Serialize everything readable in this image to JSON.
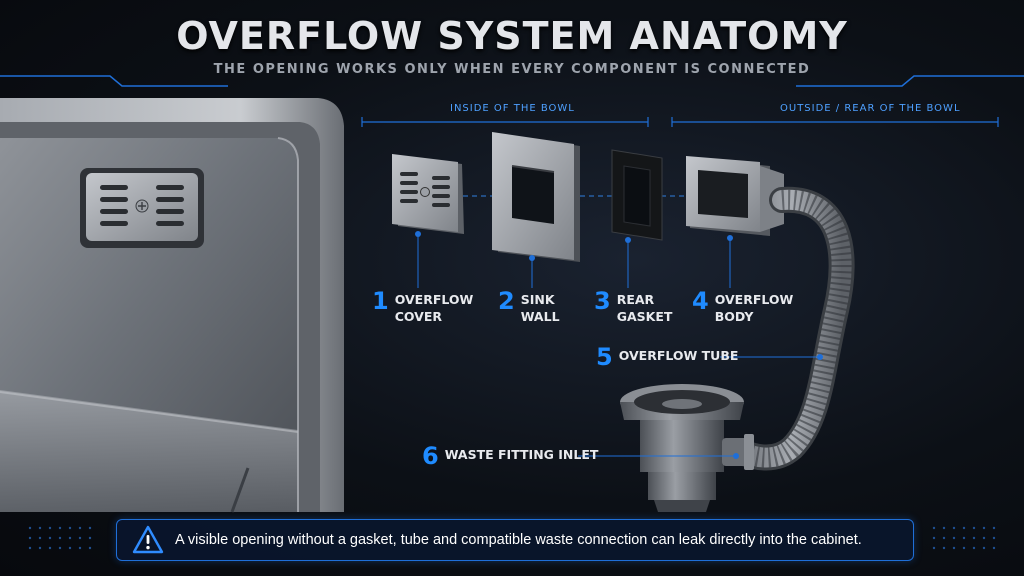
{
  "header": {
    "title": "OVERFLOW SYSTEM ANATOMY",
    "subtitle": "THE OPENING WORKS ONLY WHEN EVERY COMPONENT IS CONNECTED"
  },
  "sections": {
    "inside": "INSIDE OF THE BOWL",
    "outside": "OUTSIDE / REAR OF THE BOWL"
  },
  "components": [
    {
      "num": "1",
      "line1": "OVERFLOW",
      "line2": "COVER"
    },
    {
      "num": "2",
      "line1": "SINK",
      "line2": "WALL"
    },
    {
      "num": "3",
      "line1": "REAR",
      "line2": "GASKET"
    },
    {
      "num": "4",
      "line1": "OVERFLOW",
      "line2": "BODY"
    },
    {
      "num": "5",
      "line1": "OVERFLOW TUBE"
    },
    {
      "num": "6",
      "line1": "WASTE FITTING INLET"
    }
  ],
  "warning": {
    "icon": "warning-triangle-icon",
    "text": "A visible opening without a gasket, tube and compatible waste connection can leak directly into the cabinet."
  },
  "colors": {
    "accent": "#1f8bff",
    "steel": "#9a9fa6",
    "background": "#0c1016"
  }
}
